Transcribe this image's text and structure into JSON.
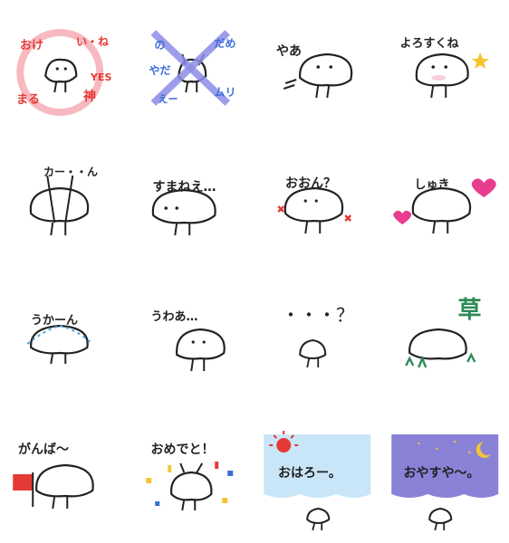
{
  "stickers": [
    {
      "id": "ok",
      "tags": [
        "おけ",
        "い・ね",
        "YES",
        "まる",
        "神"
      ]
    },
    {
      "id": "no",
      "tags": [
        "の",
        "だめ",
        "やだ",
        "えー",
        "ムリ"
      ]
    },
    {
      "id": "hi",
      "text": "やあ"
    },
    {
      "id": "yoroshiku",
      "text": "よろすくね"
    },
    {
      "id": "kaa",
      "text": "カー・・ん"
    },
    {
      "id": "sumanee",
      "text": "すまねえ…"
    },
    {
      "id": "oon",
      "text": "おおん？"
    },
    {
      "id": "suki",
      "text": "しゅき"
    },
    {
      "id": "ukaan",
      "text": "うかーん"
    },
    {
      "id": "uwaa",
      "text": "うわあ…"
    },
    {
      "id": "question",
      "text": "・・・？"
    },
    {
      "id": "kusa",
      "text": "草"
    },
    {
      "id": "ganba",
      "text": "がんば～"
    },
    {
      "id": "omedeto",
      "text": "おめでと！"
    },
    {
      "id": "ohayo",
      "text": "おはろー。"
    },
    {
      "id": "oyasumi",
      "text": "おやすや～。"
    }
  ],
  "colors": {
    "ink": "#222222",
    "red": "#e53935",
    "pink_ring": "#f6b9bf",
    "purple_cross": "#8e8ce8",
    "blue_text": "#3b6fd8",
    "star": "#f5c531",
    "heart": "#e83d8f",
    "green": "#2e8b57",
    "sky": "#c9e6f8",
    "night": "#8a82d6",
    "moon": "#f4c431",
    "flag": "#e53935"
  }
}
